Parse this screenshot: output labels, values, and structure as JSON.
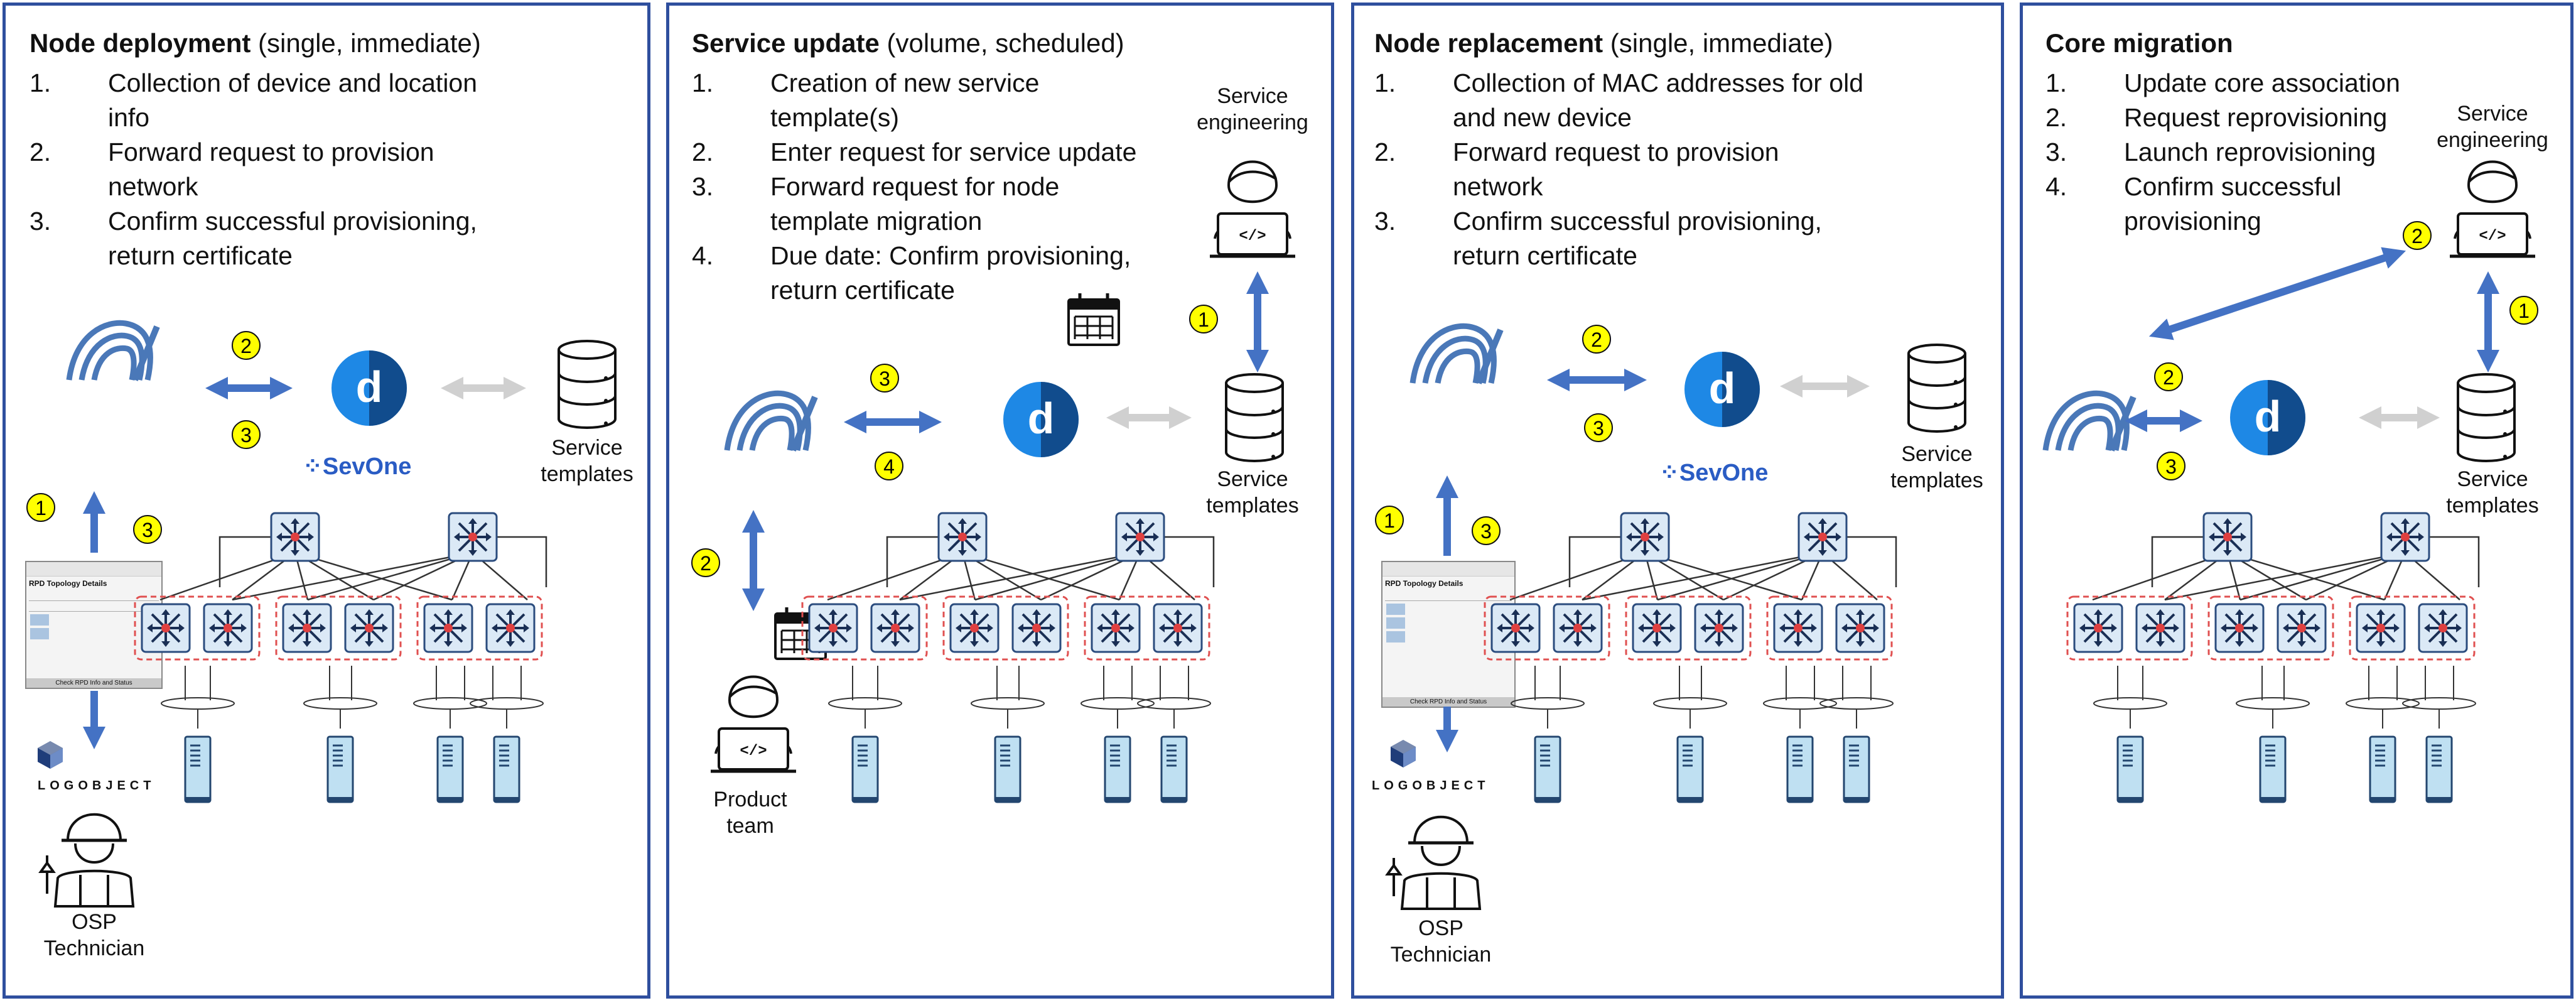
{
  "panels": [
    {
      "title_bold": "Node deployment",
      "title_rest": " (single, immediate)",
      "steps": [
        {
          "num": "1.",
          "text": "Collection of device and location\ninfo"
        },
        {
          "num": "2.",
          "text": "Forward request to provision\nnetwork"
        },
        {
          "num": "3.",
          "text": "Confirm successful provisioning,\nreturn certificate"
        }
      ],
      "labels": {
        "service_templates": "Service\ntemplates",
        "technician": "OSP\nTechnician",
        "sevone": "SevOne",
        "logobject": "LOGOBJECT"
      },
      "badges": [
        "2",
        "3",
        "1",
        "3"
      ],
      "phone": {
        "title": "RPD Topology Details",
        "button": "Check RPD Info and Status"
      }
    },
    {
      "title_bold": "Service update",
      "title_rest": " (volume, scheduled)",
      "steps": [
        {
          "num": "1.",
          "text": "Creation of new service\ntemplate(s)"
        },
        {
          "num": "2.",
          "text": "Enter request for service update"
        },
        {
          "num": "3.",
          "text": "Forward request for node\ntemplate migration"
        },
        {
          "num": "4.",
          "text": "Due date: Confirm provisioning,\nreturn certificate"
        }
      ],
      "labels": {
        "service_engineering": "Service\nengineering",
        "service_templates": "Service\ntemplates",
        "product_team": "Product\nteam"
      },
      "badges": [
        "1",
        "3",
        "4",
        "2"
      ]
    },
    {
      "title_bold": "Node replacement",
      "title_rest": " (single, immediate)",
      "steps": [
        {
          "num": "1.",
          "text": "Collection of MAC addresses for old\nand new device"
        },
        {
          "num": "2.",
          "text": "Forward request to provision\nnetwork"
        },
        {
          "num": "3.",
          "text": "Confirm successful provisioning,\nreturn certificate"
        }
      ],
      "labels": {
        "service_templates": "Service\ntemplates",
        "technician": "OSP\nTechnician",
        "sevone": "SevOne",
        "logobject": "LOGOBJECT"
      },
      "badges": [
        "2",
        "3",
        "1",
        "3"
      ],
      "phone": {
        "title": "RPD Topology Details",
        "button": "Check RPD Info and Status"
      }
    },
    {
      "title_bold": "Core migration",
      "title_rest": "",
      "steps": [
        {
          "num": "1.",
          "text": "Update core association"
        },
        {
          "num": "2.",
          "text": "Request reprovisioning"
        },
        {
          "num": "3.",
          "text": "Launch reprovisioning"
        },
        {
          "num": "4.",
          "text": "Confirm successful\nprovisioning"
        }
      ],
      "labels": {
        "service_engineering": "Service\nengineering",
        "service_templates": "Service\ntemplates"
      },
      "badges": [
        "2",
        "1",
        "2",
        "3"
      ]
    }
  ],
  "colors": {
    "border": "#2f4f9e",
    "arrow": "#4472c4",
    "badge": "#ffff00",
    "grey_arrow": "#bfbfbf",
    "d_logo": "#1e88e5",
    "red_dash": "#e05050",
    "router_bg": "#dbe9f6"
  },
  "icons": [
    "netcracker-logo-icon",
    "d-logo-icon",
    "database-icon",
    "router-icon",
    "server-icon",
    "calendar-icon",
    "engineer-laptop-icon",
    "technician-icon",
    "phone-screen-icon",
    "logobject-cube-icon"
  ]
}
